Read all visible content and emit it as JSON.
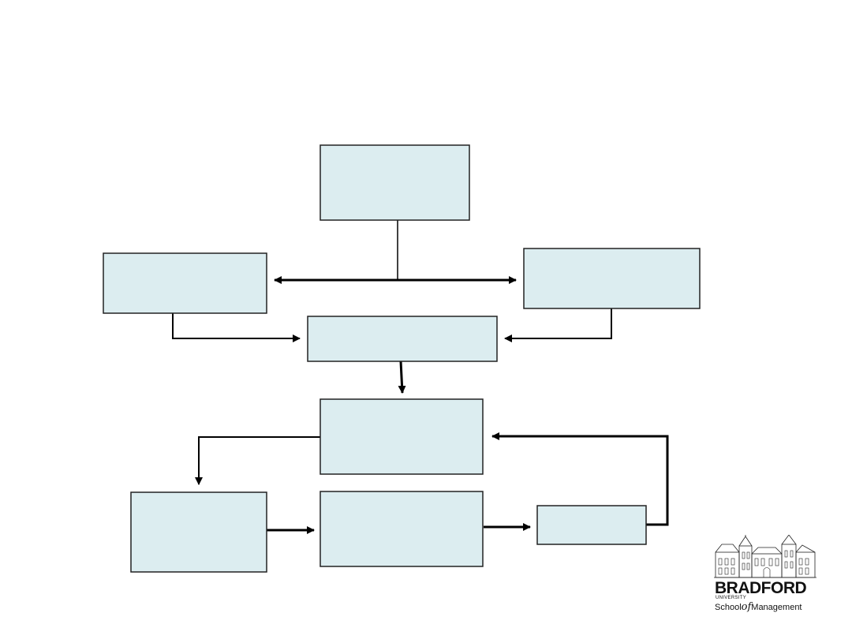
{
  "diagram": {
    "box_fill": "#dcedf0",
    "box_stroke": "#222222",
    "line_color": "#000000"
  },
  "logo": {
    "name": "BRADFORD",
    "university": "UNIVERSITY",
    "school_prefix": "School",
    "school_of": "of",
    "school_suffix": "Management",
    "icon": "university-building-icon"
  }
}
